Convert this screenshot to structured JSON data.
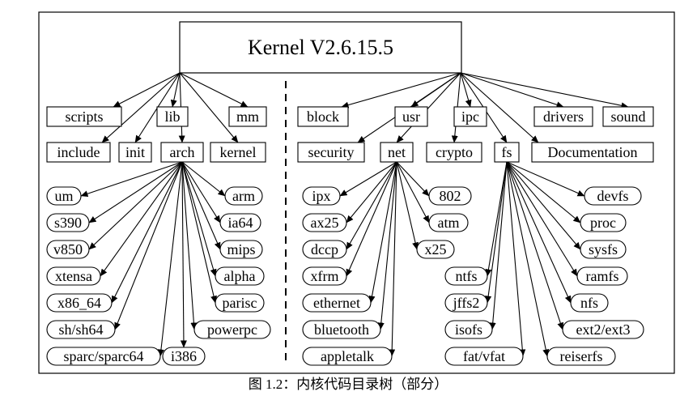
{
  "title": "Kernel  V2.6.15.5",
  "caption": "图 1.2：内核代码目录树（部分）",
  "nodes": {
    "scripts": "scripts",
    "lib": "lib",
    "mm": "mm",
    "include": "include",
    "init": "init",
    "arch": "arch",
    "kernel": "kernel",
    "block": "block",
    "usr": "usr",
    "ipc": "ipc",
    "drivers": "drivers",
    "sound": "sound",
    "security": "security",
    "net": "net",
    "crypto": "crypto",
    "fs": "fs",
    "documentation": "Documentation",
    "um": "um",
    "s390": "s390",
    "v850": "v850",
    "xtensa": "xtensa",
    "x86_64": "x86_64",
    "sh_sh64": "sh/sh64",
    "sparc": "sparc/sparc64",
    "i386": "i386",
    "arm": "arm",
    "ia64": "ia64",
    "mips": "mips",
    "alpha": "alpha",
    "parisc": "parisc",
    "powerpc": "powerpc",
    "ipx": "ipx",
    "ax25": "ax25",
    "dccp": "dccp",
    "xfrm": "xfrm",
    "ethernet": "ethernet",
    "bluetooth": "bluetooth",
    "appletalk": "appletalk",
    "n802": "802",
    "atm": "atm",
    "x25": "x25",
    "devfs": "devfs",
    "proc": "proc",
    "sysfs": "sysfs",
    "ramfs": "ramfs",
    "nfs": "nfs",
    "ext": "ext2/ext3",
    "reiserfs": "reiserfs",
    "ntfs": "ntfs",
    "jffs2": "jffs2",
    "isofs": "isofs",
    "fat": "fat/vfat"
  }
}
